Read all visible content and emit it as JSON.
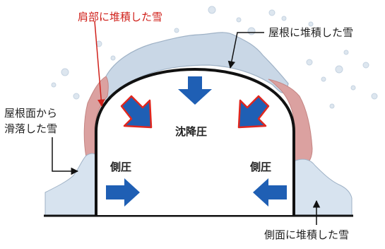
{
  "labels": {
    "shoulder_snow": "肩部に堆積した雪",
    "roof_snow": "屋根に堆積した雪",
    "slid_snow_line1": "屋根面から",
    "slid_snow_line2": "滑落した雪",
    "settlement_pressure": "沈降圧",
    "side_pressure_left": "側圧",
    "side_pressure_right": "側圧",
    "side_snow": "側面に堆積した雪"
  },
  "colors": {
    "roof_snow": "#c9d7e6",
    "snow_outline": "#9fb2c6",
    "shoulder_snow": "#dba1a0",
    "side_snow": "#d7e3ef",
    "pressure_arrow": "#1f5fb4",
    "oblique_arrow_outline": "#e0271f",
    "shoulder_label": "#d0211b",
    "structure": "#111111",
    "falling_snow": "#dde6ef"
  },
  "icons": {
    "settlement_arrow": "arrow-down-icon",
    "oblique_arrows": "arrow-diagonal-icon",
    "side_arrows": "arrow-horizontal-icon",
    "falling_snow": "snowflake-dot-icon"
  }
}
